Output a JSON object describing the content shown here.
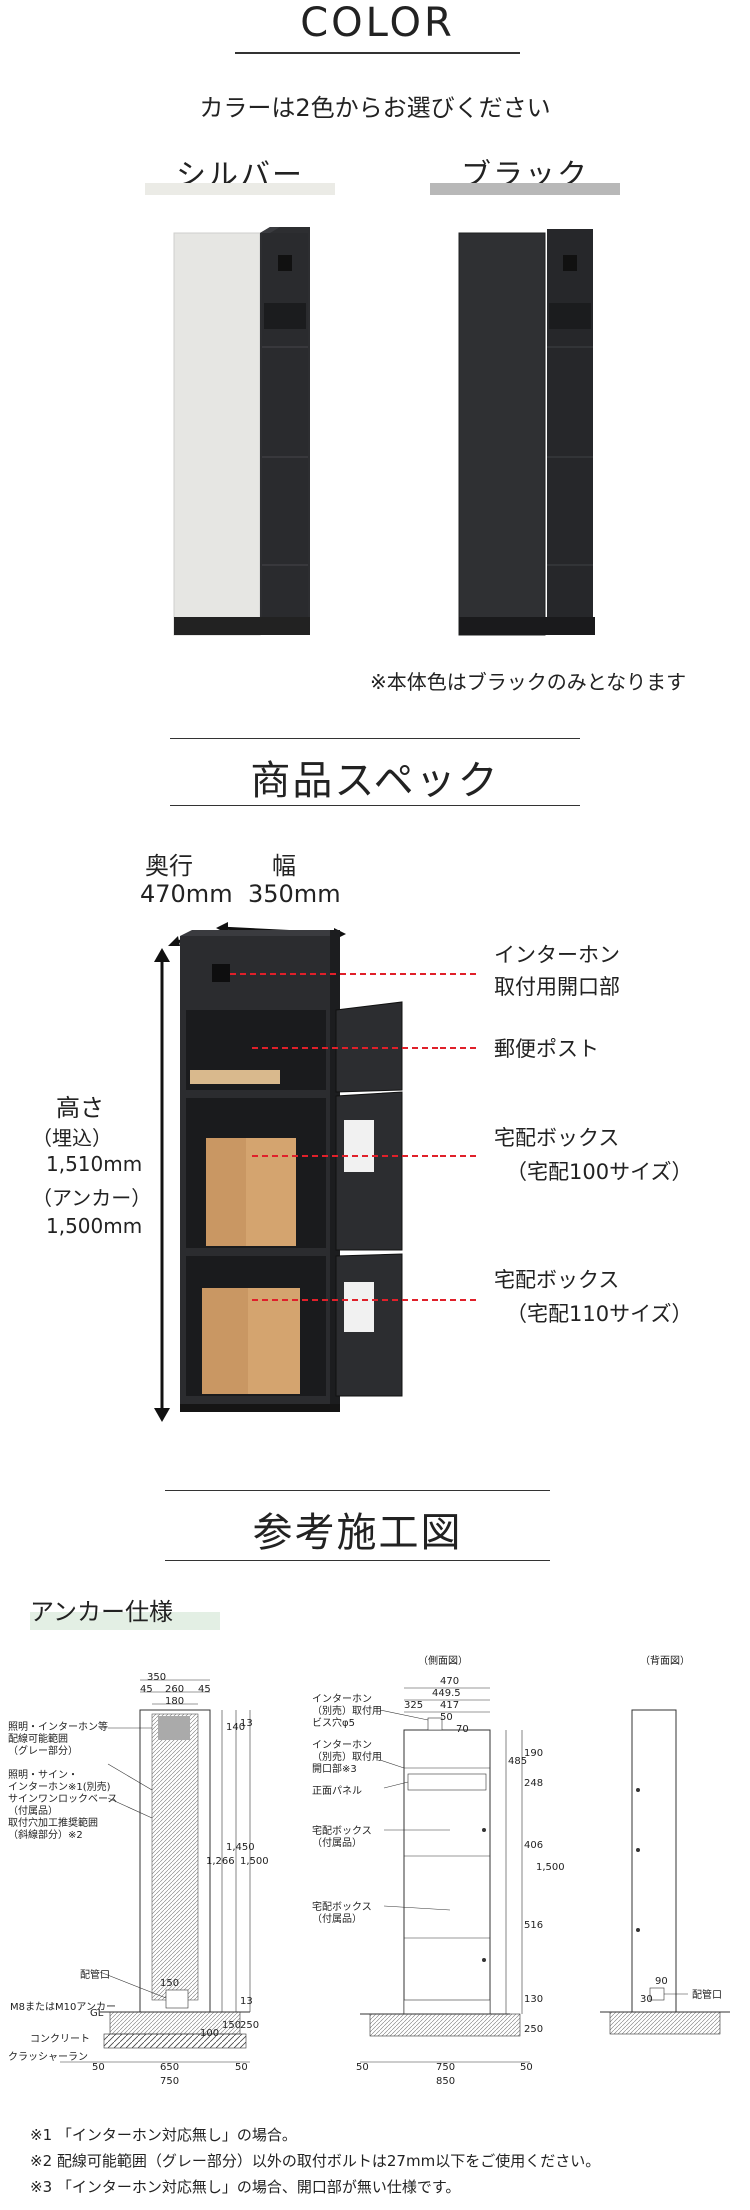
{
  "color_section": {
    "title": "COLOR",
    "subtitle": "カラーは2色からお選びください",
    "options": [
      {
        "label": "シルバー",
        "bar_color": "#ebebe6",
        "body_color": "#e8e8e6"
      },
      {
        "label": "ブラック",
        "bar_color": "#b8b8b8",
        "body_color": "#2f3033"
      }
    ],
    "note": "※本体色はブラックのみとなります"
  },
  "spec_section": {
    "title": "商品スペック",
    "depth_label": "奥行",
    "depth_value": "470mm",
    "width_label": "幅",
    "width_value": "350mm",
    "height_label": "高さ",
    "height_embed_label": "（埋込）",
    "height_embed_value": "1,510mm",
    "height_anchor_label": "（アンカー）",
    "height_anchor_value": "1,500mm",
    "callouts": [
      {
        "line1": "インターホン",
        "line2": "取付用開口部"
      },
      {
        "line1": "郵便ポスト",
        "line2": ""
      },
      {
        "line1": "宅配ボックス",
        "line2": "（宅配100サイズ）"
      },
      {
        "line1": "宅配ボックス",
        "line2": "（宅配110サイズ）"
      }
    ],
    "accent_color": "#e0202a"
  },
  "drawing_section": {
    "title": "参考施工図",
    "anchor_spec_label": "アンカー仕様",
    "side_view_label": "（側面図）",
    "back_view_label": "（背面図）",
    "front": {
      "dims_top": [
        "350",
        "45",
        "260",
        "45",
        "180"
      ],
      "labels": [
        "照明・インターホン等",
        "配線可能範囲",
        "（グレー部分）",
        "照明・サイン・",
        "インターホン※1(別売)",
        "サインワンロックベース",
        "（付属品）",
        "取付穴加工推奨範囲",
        "（斜線部分）※2",
        "配管口",
        "M8またはM10アンカー",
        "GL",
        "コンクリート",
        "クラッシャーラン"
      ],
      "dims_right": [
        "140",
        "13",
        "1,266",
        "1,450",
        "1,500",
        "13",
        "100",
        "150",
        "250"
      ],
      "pipe_dim": "150",
      "bottom_dims": [
        "50",
        "650",
        "50",
        "750"
      ]
    },
    "side": {
      "dims_top": [
        "470",
        "449.5",
        "325",
        "417"
      ],
      "labels": [
        "インターホン",
        "（別売）取付用",
        "ビス穴φ5",
        "インターホン",
        "（別売）取付用",
        "開口部※3",
        "正面パネル",
        "宅配ボックス",
        "（付属品）",
        "宅配ボックス",
        "（付属品）"
      ],
      "small_dims": [
        "50",
        "70"
      ],
      "dims_right": [
        "485",
        "190",
        "248",
        "406",
        "1,500",
        "516",
        "130",
        "250"
      ],
      "bottom_dims": [
        "50",
        "750",
        "50",
        "850"
      ]
    },
    "back": {
      "dims": [
        "90",
        "30"
      ],
      "label": "配管口"
    },
    "footnotes": [
      "※1 「インターホン対応無し」の場合。",
      "※2 配線可能範囲（グレー部分）以外の取付ボルトは27mm以下をご使用ください。",
      "※3 「インターホン対応無し」の場合、開口部が無い仕様です。"
    ]
  }
}
